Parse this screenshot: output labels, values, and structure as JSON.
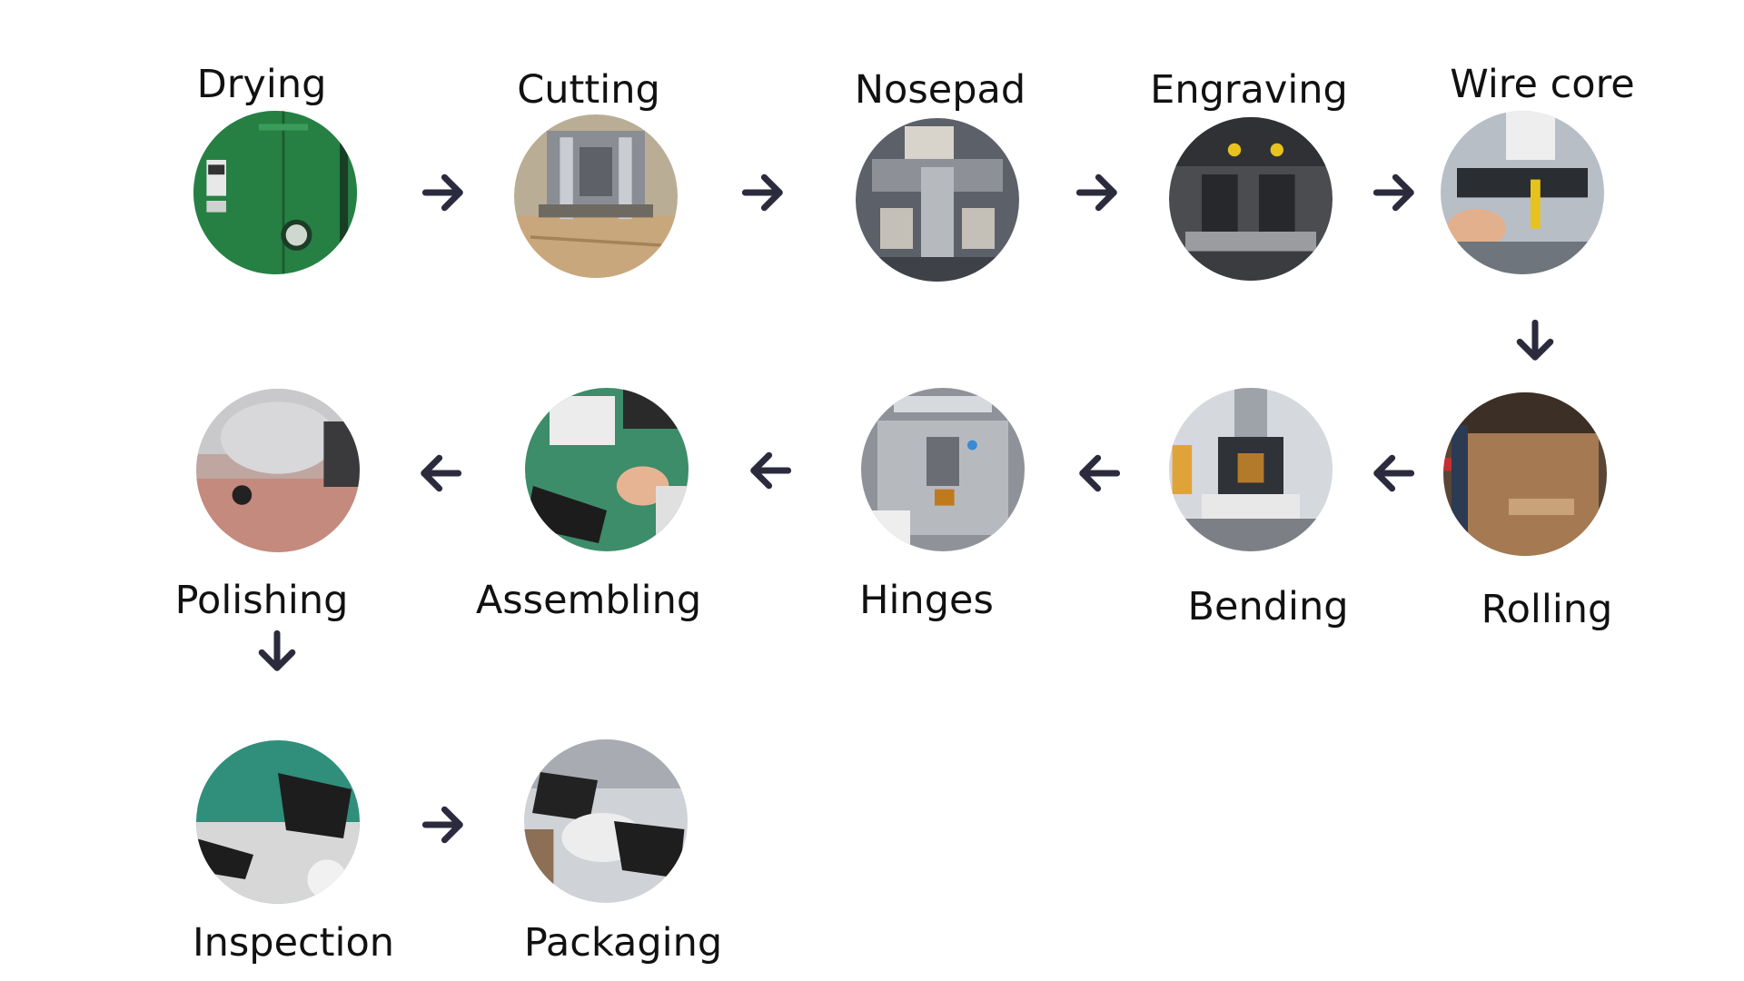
{
  "arrow_color": "#2b2b3d",
  "steps": [
    {
      "label": "Drying",
      "icon": "drying-machine-photo"
    },
    {
      "label": "Cutting",
      "icon": "cutting-machine-photo"
    },
    {
      "label": "Nosepad",
      "icon": "nosepad-machine-photo"
    },
    {
      "label": "Engraving",
      "icon": "engraving-machine-photo"
    },
    {
      "label": "Wire core",
      "icon": "wire-core-machine-photo"
    },
    {
      "label": "Rolling",
      "icon": "rolling-machine-photo"
    },
    {
      "label": "Bending",
      "icon": "bending-machine-photo"
    },
    {
      "label": "Hinges",
      "icon": "hinges-machine-photo"
    },
    {
      "label": "Assembling",
      "icon": "assembling-station-photo"
    },
    {
      "label": "Polishing",
      "icon": "polishing-machine-photo"
    },
    {
      "label": "Inspection",
      "icon": "inspection-table-photo"
    },
    {
      "label": "Packaging",
      "icon": "packaging-table-photo"
    }
  ]
}
